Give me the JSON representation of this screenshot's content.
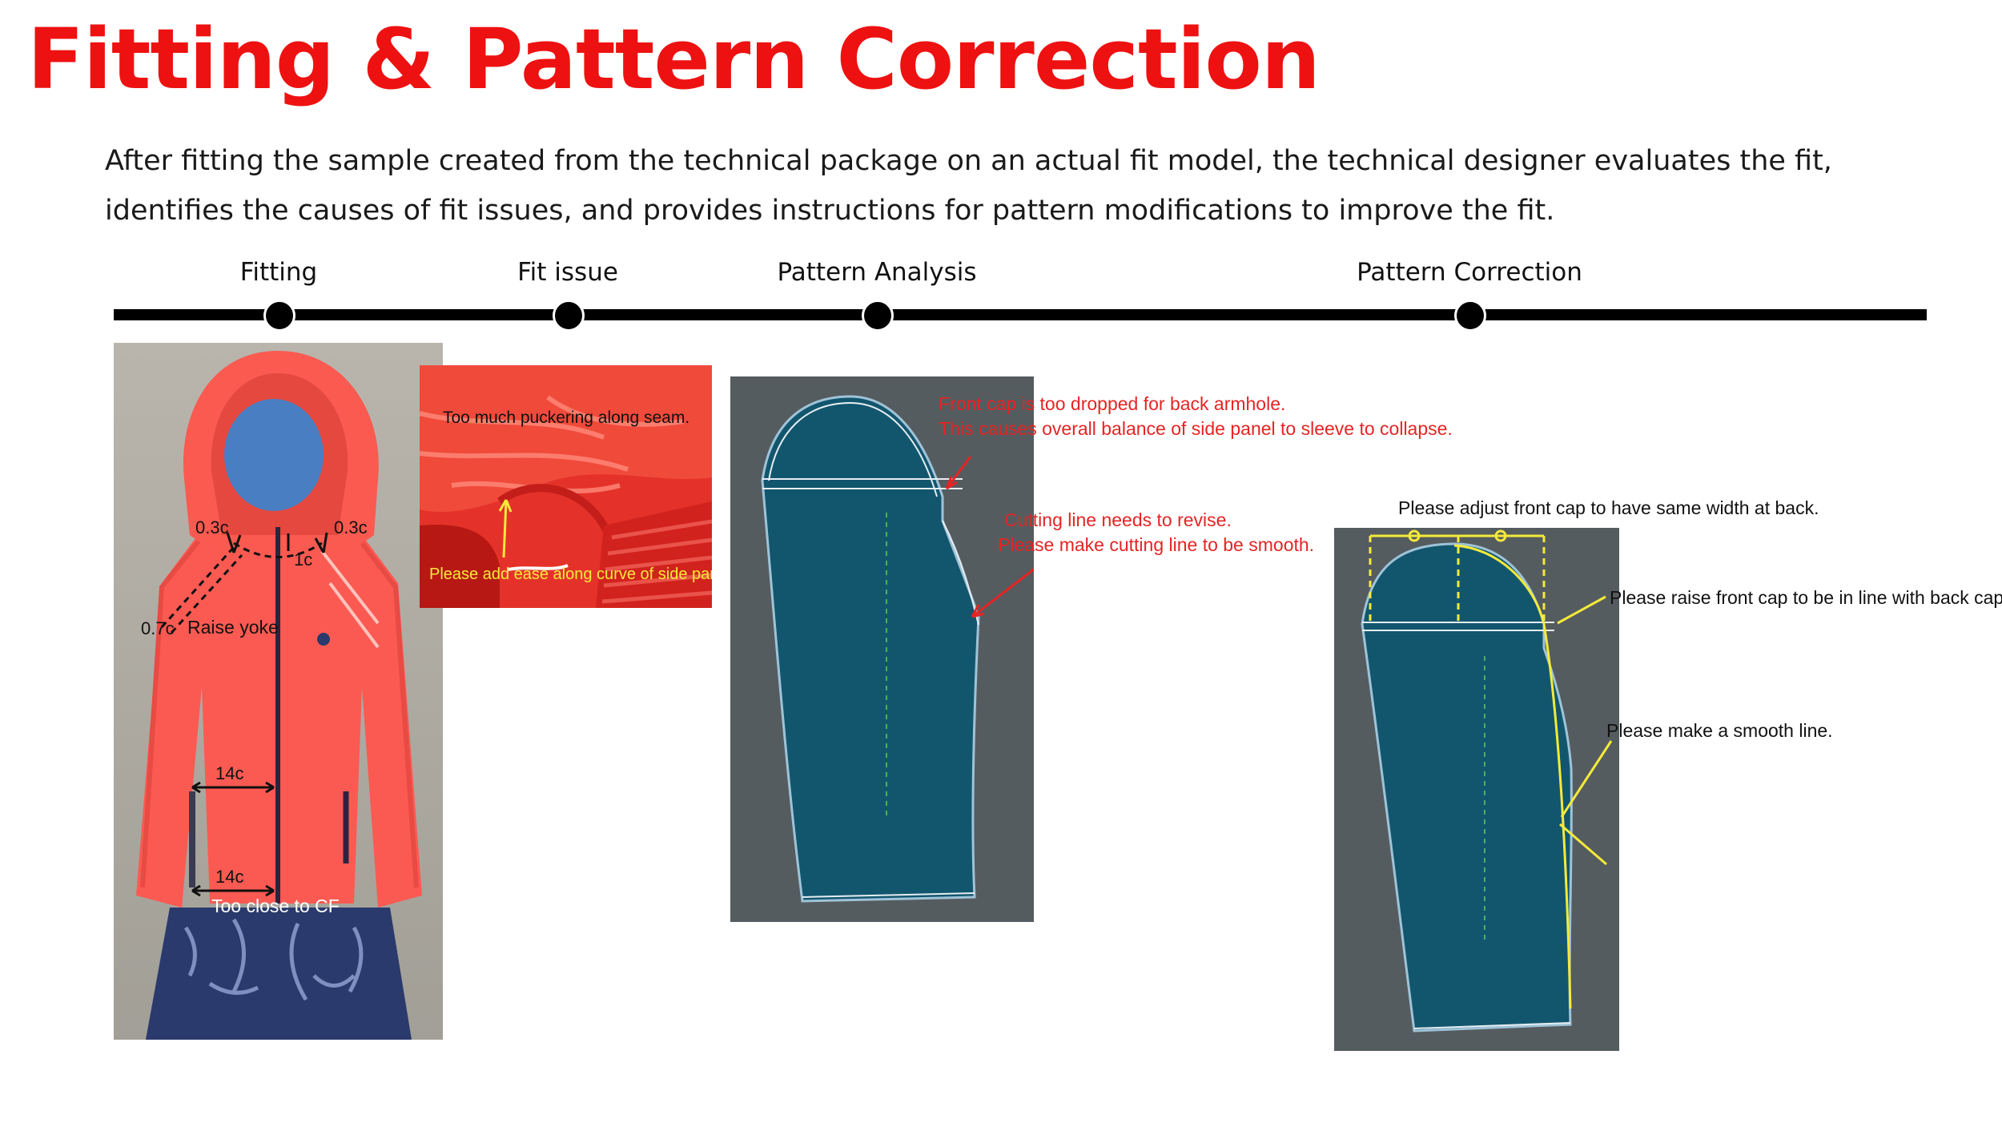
{
  "title": "Fitting & Pattern Correction",
  "intro": "After fitting the sample created from the technical package on an actual fit model, the technical designer evaluates the fit, identifies the causes of fit issues, and provides instructions for pattern modifications to improve the fit.",
  "timeline": {
    "steps": [
      "Fitting",
      "Fit issue",
      "Pattern Analysis",
      "Pattern Correction"
    ]
  },
  "fitting_photo": {
    "labels": {
      "shoulder_left": "0.3c",
      "shoulder_right": "0.3c",
      "neck": "1c",
      "yoke_offset": "0.7c",
      "raise_yoke": "Raise yoke",
      "pocket_top": "14c",
      "pocket_bottom": "14c",
      "cf_note": "Too close to CF"
    }
  },
  "fit_issue_photo": {
    "note_top": "Too much puckering along seam.",
    "note_bottom": "Please add ease along curve of side panel."
  },
  "pattern_analysis": {
    "note_cap_1": "Front cap is too dropped for back armhole.",
    "note_cap_2": "This causes overall balance of side panel to sleeve to collapse.",
    "note_cut_1": "Cutting line needs to revise.",
    "note_cut_2": "Please make cutting line to be smooth."
  },
  "pattern_correction": {
    "note_width": "Please adjust front cap to have same width at back.",
    "note_raise": "Please raise front cap to be in line with back cap.",
    "note_smooth": "Please make a smooth line."
  },
  "colors": {
    "title_red": "#ee1111",
    "pattern_bg": "#555c5f",
    "pattern_fill": "#12566e",
    "jacket": "#fb5a52",
    "annotation_red": "#e52424",
    "annotation_yellow": "#f4ea3a"
  }
}
